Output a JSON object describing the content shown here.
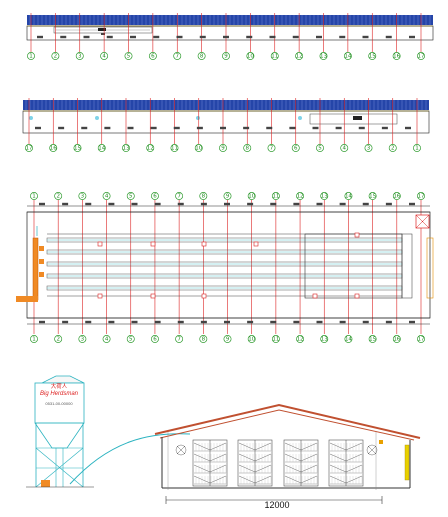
{
  "elevation_1": {
    "axis_labels": [
      "1",
      "2",
      "3",
      "4",
      "5",
      "6",
      "7",
      "8",
      "9",
      "10",
      "11",
      "12",
      "13",
      "14",
      "15",
      "16",
      "17"
    ]
  },
  "elevation_2": {
    "axis_labels": [
      "17",
      "16",
      "15",
      "14",
      "13",
      "12",
      "11",
      "10",
      "9",
      "8",
      "7",
      "6",
      "5",
      "4",
      "3",
      "2",
      "1"
    ]
  },
  "plan": {
    "axis_labels_top": [
      "1",
      "2",
      "3",
      "4",
      "5",
      "6",
      "7",
      "8",
      "9",
      "10",
      "11",
      "12",
      "13",
      "14",
      "15",
      "16",
      "17"
    ],
    "axis_labels_bottom": [
      "1",
      "2",
      "3",
      "4",
      "5",
      "6",
      "7",
      "8",
      "9",
      "10",
      "11",
      "12",
      "13",
      "14",
      "15",
      "16",
      "17"
    ]
  },
  "section": {
    "silo_brand_cn": "大荷人",
    "silo_brand_en": "Big Herdsman",
    "silo_phone": "0531-00-00000",
    "dimension": "12000"
  },
  "colors": {
    "roof_blue": "#2545a8",
    "grid_red": "#dd2222",
    "axis_green": "#2e9b2e",
    "outline": "#202020",
    "cage": "#555555",
    "silo_cyan": "#2bb3c0",
    "equip_orange": "#f08a24"
  }
}
